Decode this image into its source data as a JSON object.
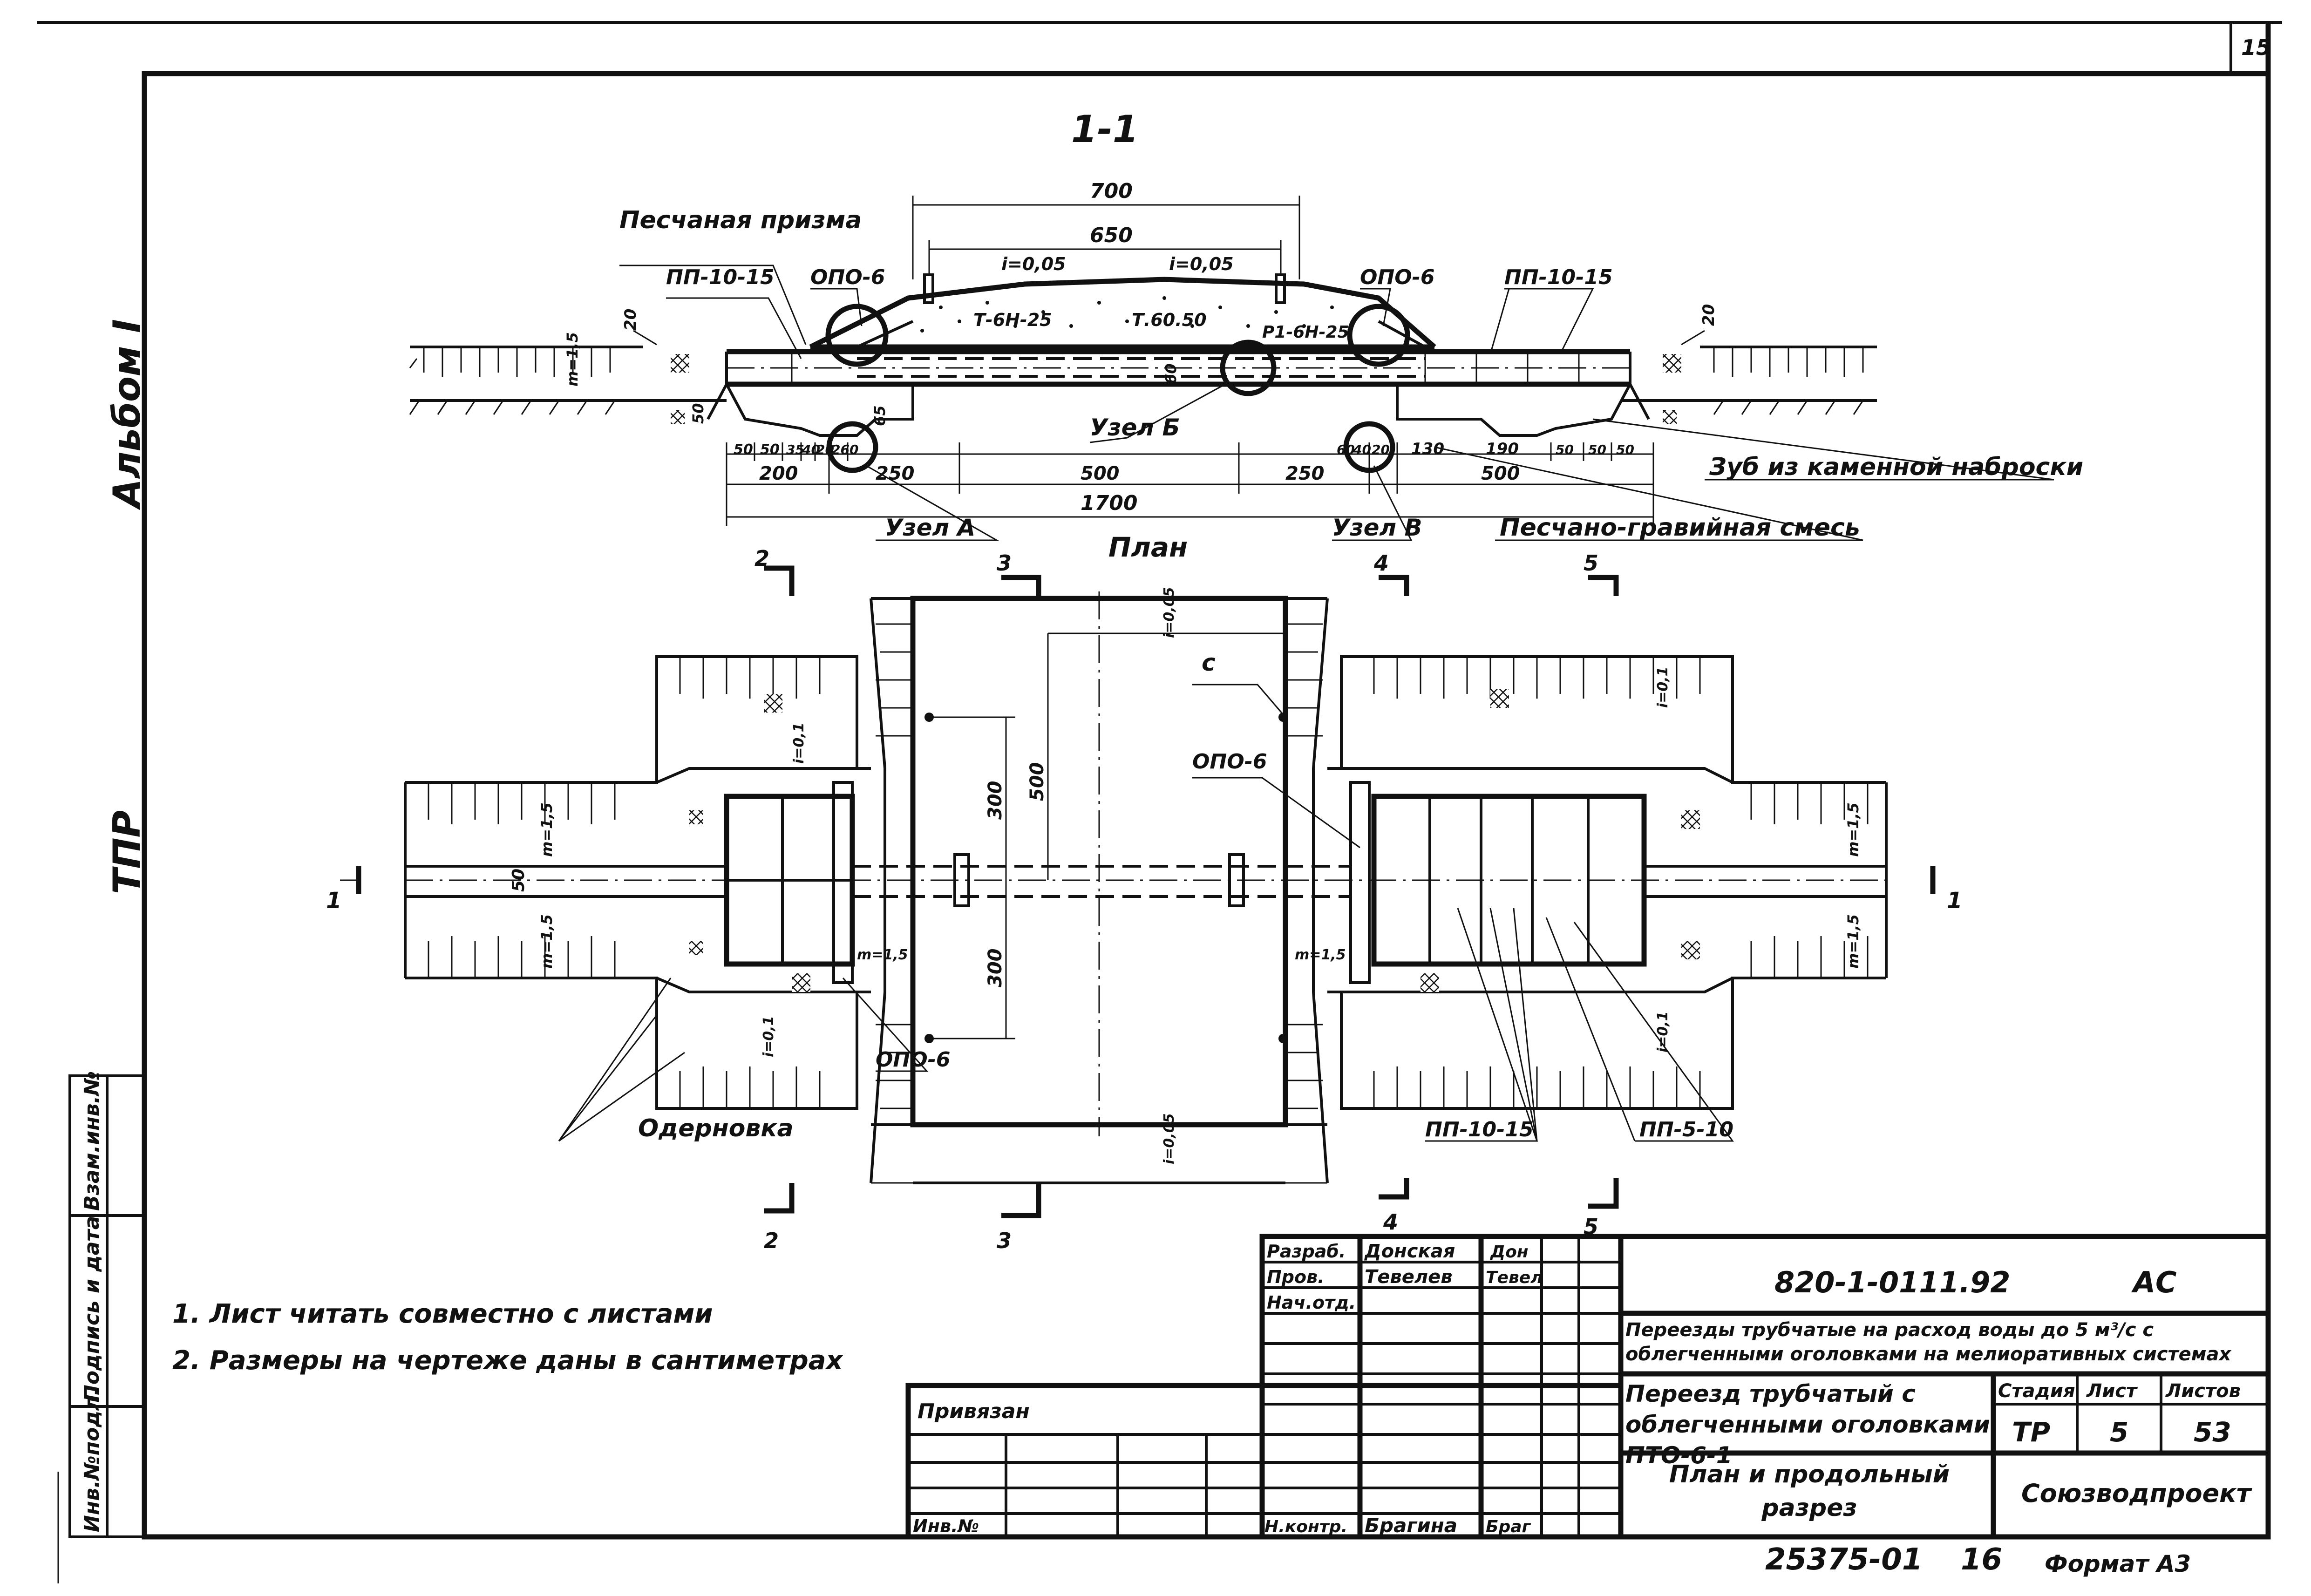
{
  "sheet_number": "15",
  "side_labels": {
    "album": "Альбом I",
    "tpr": "ТПР"
  },
  "side_stamp": [
    "Взам.инв.№",
    "Подпись и дата",
    "Инв.№подл."
  ],
  "section": {
    "title": "1-1",
    "labels": {
      "sand_prism": "Песчаная призма",
      "pp_left": "ПП-10-15",
      "pp_right": "ПП-10-15",
      "opo_left": "ОПО-6",
      "opo_right": "ОПО-6",
      "slope_left": "i=0,05",
      "slope_right": "i=0,05",
      "pipe_t1": "Т-6Н-25",
      "pipe_t2": "Т.60.50",
      "pipe_t3": "Р1-6Н-25",
      "node_a": "Узел А",
      "node_b": "Узел Б",
      "node_v": "Узел В",
      "stone_tooth": "Зуб из каменной наброски",
      "gravel": "Песчано-гравийная смесь",
      "m_slope": "m=1,5",
      "dim_20_left": "20",
      "dim_20_right": "20",
      "dim_60": "60",
      "dim_50": "50",
      "dim_65": "65"
    },
    "dims": {
      "top_700": "700",
      "top_650": "650",
      "left_200": "200",
      "left_250": "250",
      "mid_500": "500",
      "right_250": "250",
      "right_500": "500",
      "total_1700": "1700",
      "r_130": "130",
      "r_190": "190",
      "small_left": [
        "50",
        "50",
        "35",
        "40",
        "20",
        "260"
      ],
      "small_right": [
        "60",
        "40",
        "20",
        "50",
        "50",
        "50"
      ]
    }
  },
  "plan": {
    "title": "План",
    "labels": {
      "c": "с",
      "opo_top": "ОПО-6",
      "opo_bottom": "ОПО-6",
      "oderovka": "Одерновка",
      "pp1015": "ПП-10-15",
      "pp510": "ПП-5-10",
      "i_top": "i=0,05",
      "i_bottom": "i=0,05",
      "i01": "i=0,1",
      "m15": "m=1,5",
      "dim_300_top": "300",
      "dim_300_bottom": "300",
      "dim_500": "500",
      "dim_50": "50"
    },
    "section_marks": [
      "1",
      "1",
      "2",
      "2",
      "3",
      "3",
      "4",
      "4",
      "5",
      "5"
    ]
  },
  "notes": [
    "1. Лист читать совместно с листами",
    "2. Размеры на чертеже даны в сантиметрах"
  ],
  "title_block": {
    "doc_code": "820-1-0111.92",
    "doc_suffix": "АС",
    "project_title": "Переезды трубчатые на расход воды до 5 м³/с с облегченными оголовками на мелиоративных системах",
    "sheet_title": "Переезд трубчатый с облегченными оголовками ПТО-6-1",
    "drawing_name": "План и продольный разрез",
    "stage_header": "Стадия",
    "sheet_header": "Лист",
    "sheets_header": "Листов",
    "stage": "ТР",
    "sheet": "5",
    "sheets": "53",
    "org": "Союзводпроект",
    "roles": [
      "Разраб.",
      "Пров.",
      "Нач.отд.",
      "",
      "",
      "",
      "Н.контр."
    ],
    "names": [
      "Донская",
      "Тевелев",
      "",
      "",
      "",
      "",
      "Брагина"
    ],
    "signatures": [
      "Дон",
      "Тевел",
      "",
      "",
      "",
      "",
      "Браг"
    ],
    "privyazan": "Привязан",
    "inv": "Инв.№",
    "bottom_code": "25375-01",
    "bottom_page": "16",
    "format": "Формат А3"
  }
}
